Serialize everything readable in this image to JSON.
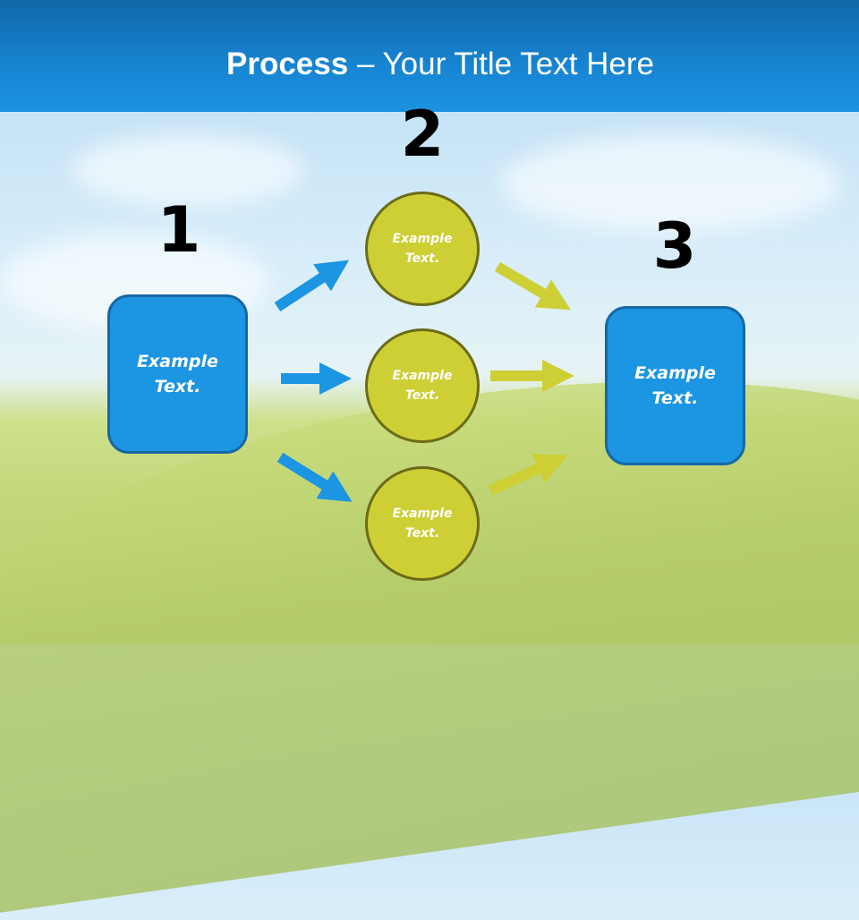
{
  "title": {
    "bold": "Process",
    "rest": " – Your Title Text Here"
  },
  "steps": [
    {
      "number": "1",
      "text": "Example Text."
    },
    {
      "number": "2",
      "items": [
        "Example Text.",
        "Example Text.",
        "Example Text."
      ]
    },
    {
      "number": "3",
      "text": "Example Text."
    }
  ],
  "colors": {
    "blue": "#1c95e2",
    "olive": "#cdcf35",
    "header": "#1785d2"
  }
}
